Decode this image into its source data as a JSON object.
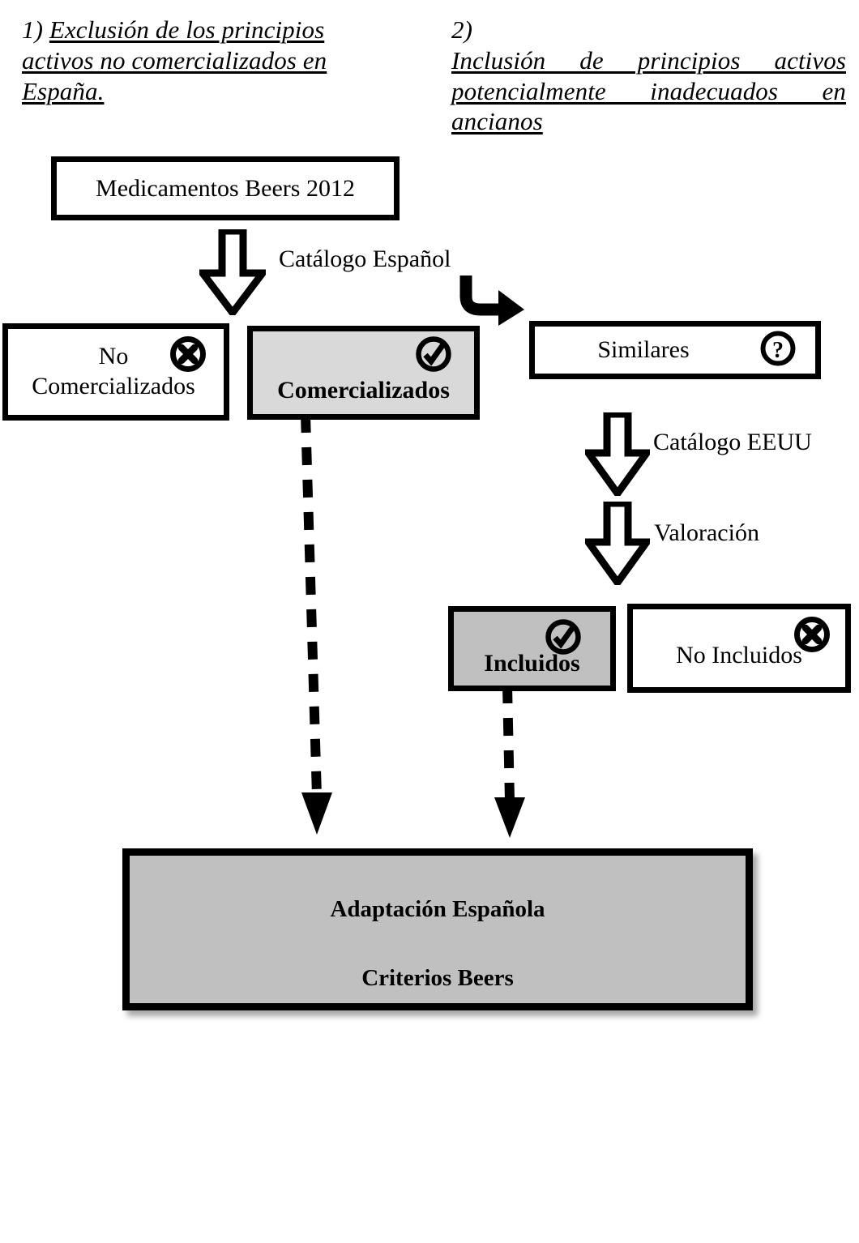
{
  "document": {
    "title": "Diagrama adaptación española de los Criterios Beers",
    "background_color": "#ffffff",
    "text_color": "#000000"
  },
  "headings": [
    {
      "number": "1)",
      "text": "Exclusión de los principios activos no comercializados en España.",
      "style": "italic-underline"
    },
    {
      "number": "2)",
      "text": "Inclusión de principios activos potencialmente inadecuados en ancianos",
      "style": "italic-underline-justified",
      "line1": "Inclusión de principios activos",
      "line2": "potencialmente inadecuados en",
      "line3": "ancianos"
    }
  ],
  "boxes": {
    "beers": {
      "label": "Medicamentos Beers 2012",
      "fill": "#ffffff",
      "bold": false
    },
    "no_comercializados": {
      "line1": "No",
      "line2": "Comercializados",
      "fill": "#ffffff",
      "bold": false,
      "badge": "x-circle-icon"
    },
    "comercializados": {
      "label": "Comercializados",
      "fill": "#d9d9d9",
      "bold": true,
      "badge": "check-circle-icon"
    },
    "similares": {
      "label": "Similares",
      "fill": "#ffffff",
      "bold": false,
      "badge": "question-circle-icon"
    },
    "incluidos": {
      "label": "Incluidos",
      "fill": "#c0c0c0",
      "bold": true,
      "badge": "check-circle-icon"
    },
    "no_incluidos": {
      "label": "No Incluidos",
      "fill": "#ffffff",
      "bold": false,
      "badge": "x-circle-icon"
    },
    "adaptacion": {
      "line1": "Adaptación Española",
      "line2": "Criterios Beers",
      "fill": "#c0c0c0",
      "bold": true
    }
  },
  "arrow_labels": {
    "catalogo_espanol": "Catálogo Español",
    "catalogo_eeuu": "Catálogo EEUU",
    "valoracion": "Valoración"
  },
  "connectors": [
    {
      "name": "comercializados-to-adaptacion",
      "style": "dashed",
      "from": "comercializados",
      "to": "adaptacion"
    },
    {
      "name": "incluidos-to-adaptacion",
      "style": "dashed",
      "from": "incluidos",
      "to": "adaptacion"
    },
    {
      "name": "beers-to-comercializados",
      "style": "block-arrow-down",
      "label": "Catálogo Español"
    },
    {
      "name": "beers-to-similares",
      "style": "hook-arrow-right"
    },
    {
      "name": "similares-to-valoracion",
      "style": "block-arrow-down",
      "label": "Catálogo EEUU"
    },
    {
      "name": "valoracion-to-incluidos",
      "style": "block-arrow-down",
      "label": "Valoración"
    }
  ],
  "colors": {
    "stroke": "#000000",
    "gray_light": "#d9d9d9",
    "gray": "#c0c0c0",
    "white": "#ffffff"
  }
}
